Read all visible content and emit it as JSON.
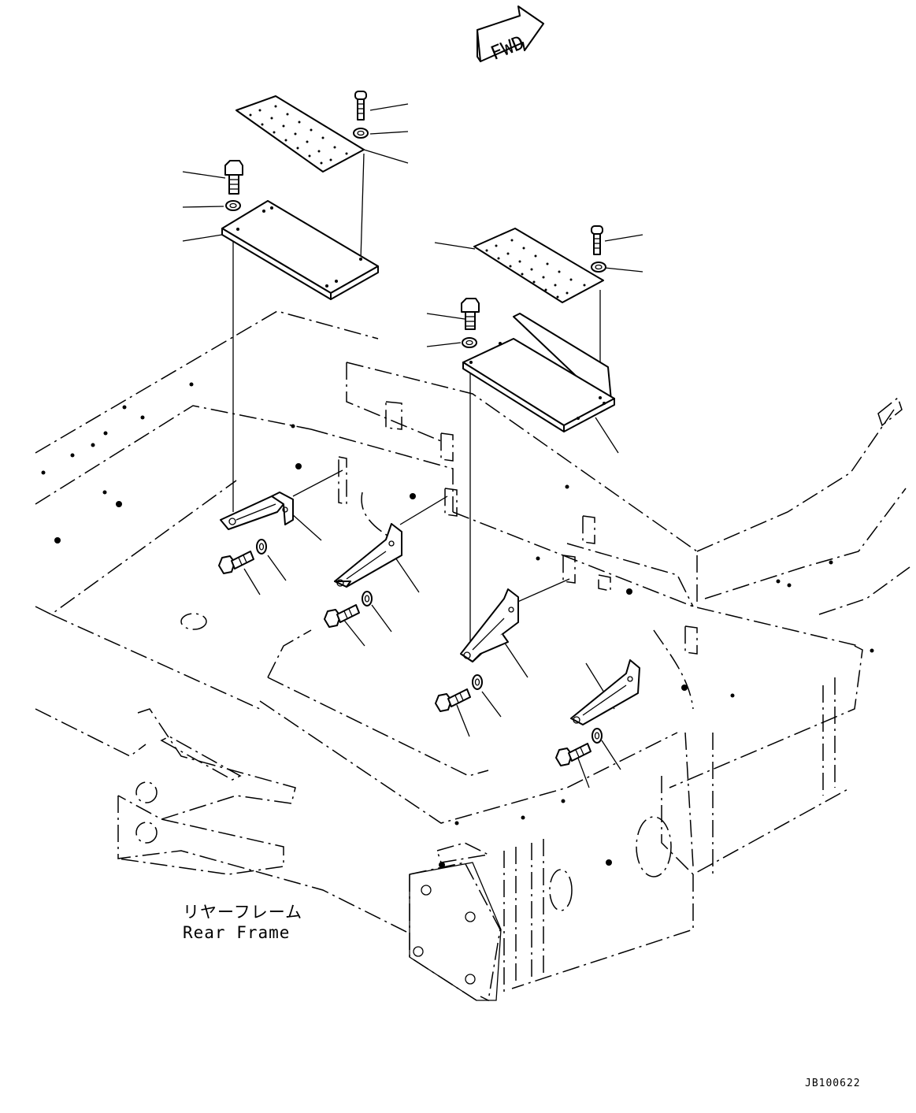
{
  "direction_indicator": {
    "label": "FWD"
  },
  "frame_label": {
    "japanese": "リヤーフレーム",
    "english": "Rear Frame"
  },
  "drawing_id": "JB100622"
}
